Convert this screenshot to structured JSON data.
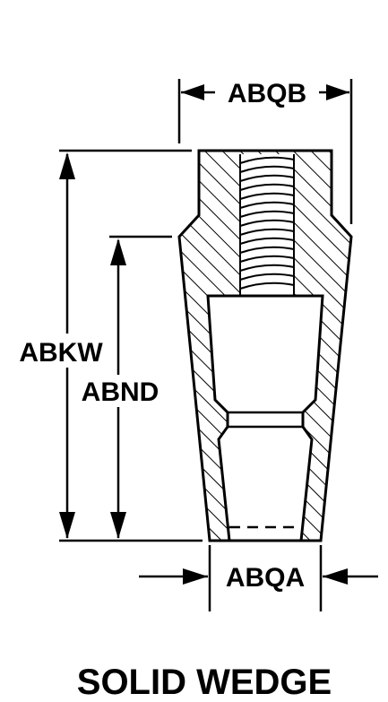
{
  "diagram": {
    "title": "SOLID WEDGE",
    "dimensions": {
      "top_width": "ABQB",
      "overall_height": "ABKW",
      "taper_height": "ABND",
      "bottom_width": "ABQA"
    },
    "colors": {
      "ink": "#000000",
      "background": "#ffffff"
    }
  }
}
